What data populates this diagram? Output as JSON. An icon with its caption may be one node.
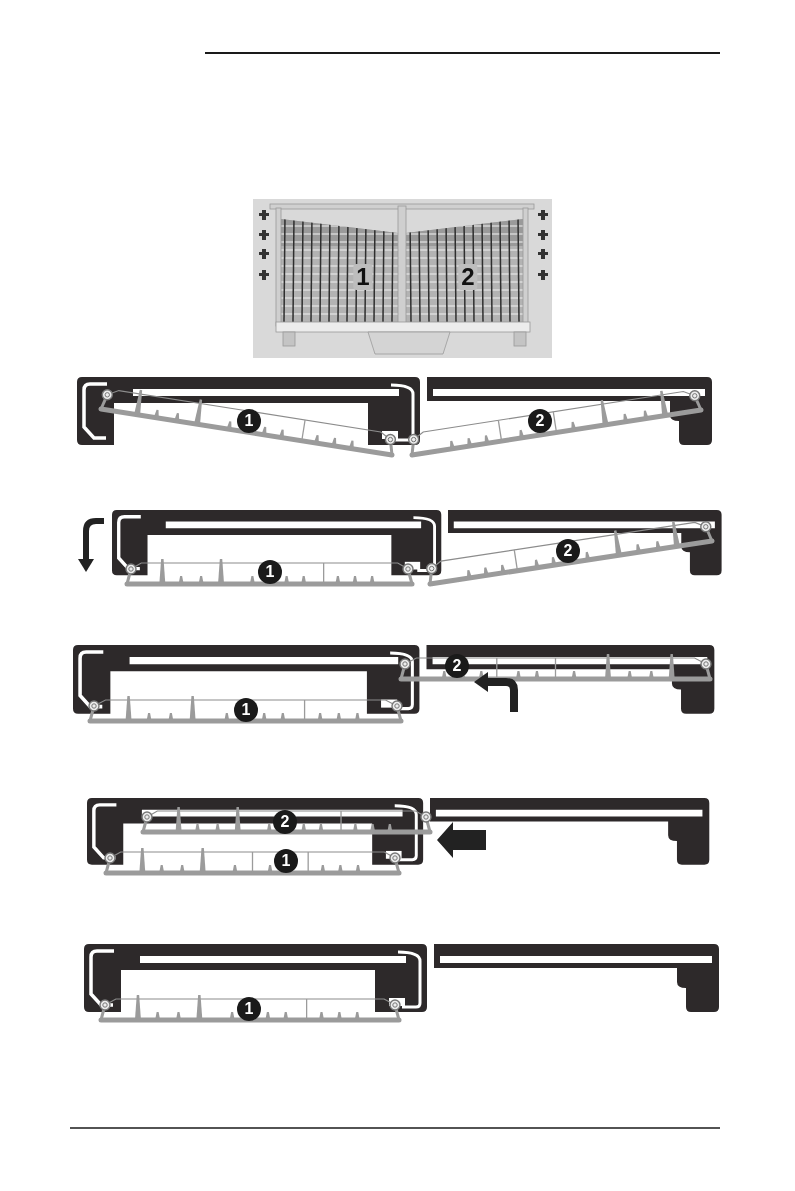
{
  "diagram": {
    "labels": [
      "1",
      "2",
      "1",
      "2",
      "1",
      "2",
      "2",
      "1",
      "2",
      "1",
      "1"
    ]
  }
}
